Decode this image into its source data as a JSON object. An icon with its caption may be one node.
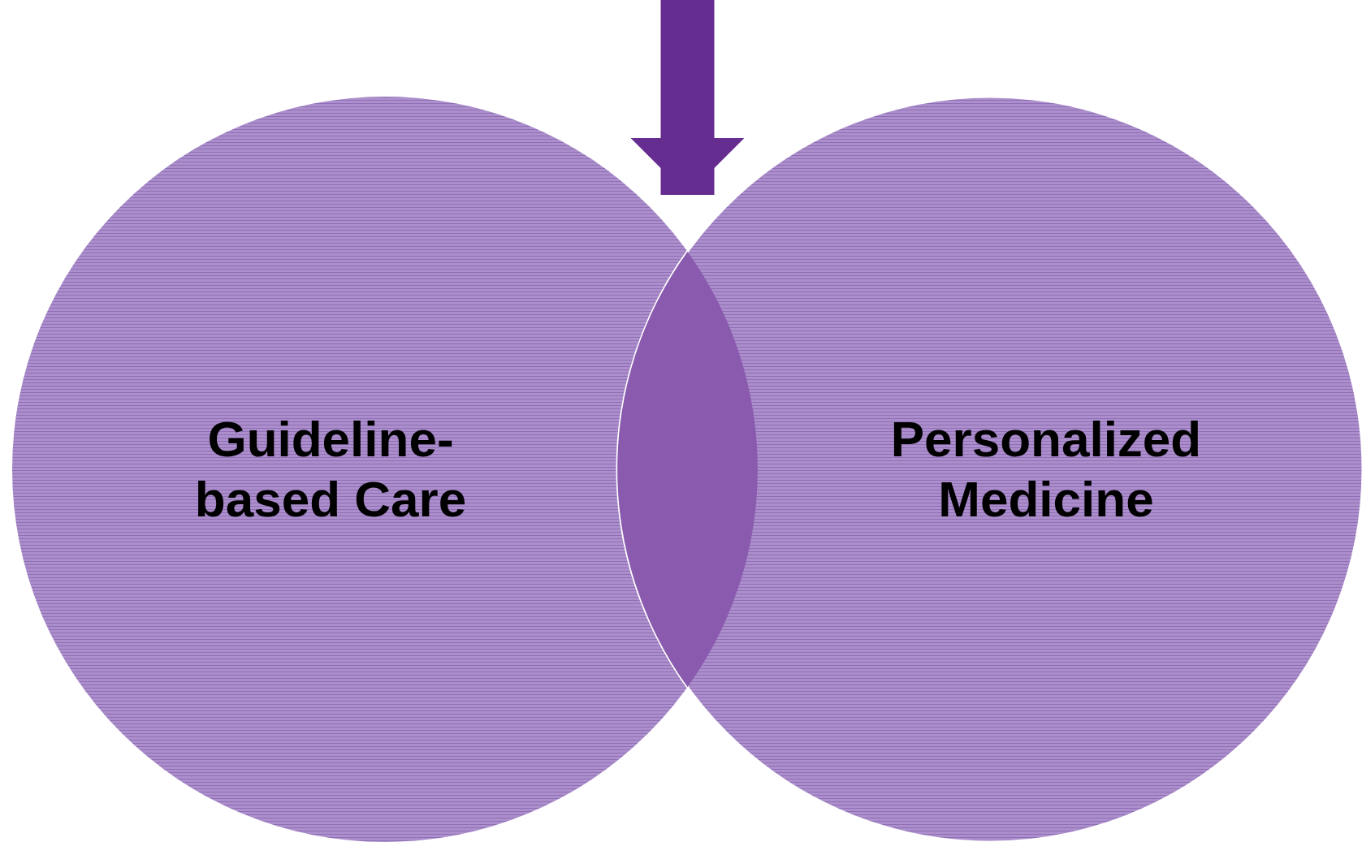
{
  "diagram": {
    "nodes": [
      {
        "text": [
          "Guideline-based Care"
        ]
      },
      {
        "text": [
          "Personalized Medicine"
        ]
      },
      {
        "text": [],
        "shape": "lens"
      }
    ],
    "edges": [
      {
        "from": null,
        "to": 2,
        "arrow": "to"
      }
    ]
  }
}
